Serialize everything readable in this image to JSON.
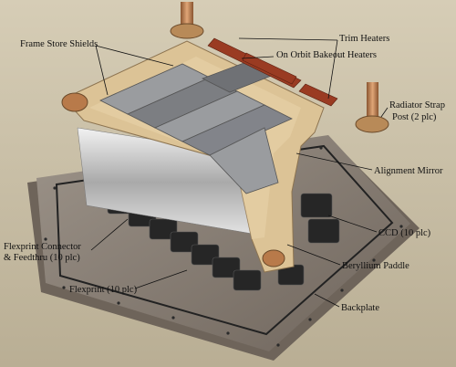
{
  "labels": {
    "frame_store_shields": "Frame Store Shields",
    "trim_heaters": "Trim Heaters",
    "on_orbit_bakeout_heaters": "On Orbit Bakeout Heaters",
    "radiator_strap_post_l1": "Radiator Strap",
    "radiator_strap_post_l2": "Post (2 plc)",
    "alignment_mirror": "Alignment Mirror",
    "ccd": "CCD (10 plc)",
    "flexprint_connector_l1": "Flexprint Connector",
    "flexprint_connector_l2": "& Feedthru (10 plc)",
    "beryllium_paddle": "Beryllium Paddle",
    "flexprint": "Flexprint (10 plc)",
    "backplate": "Backplate"
  },
  "colors": {
    "background": "#c9bfa6",
    "backplate": "#8b7f73",
    "paddle": "#dcc396",
    "ccd": "#8d8f93",
    "heater": "#9a3b22",
    "post": "#c88a5a",
    "connector": "#262626"
  }
}
